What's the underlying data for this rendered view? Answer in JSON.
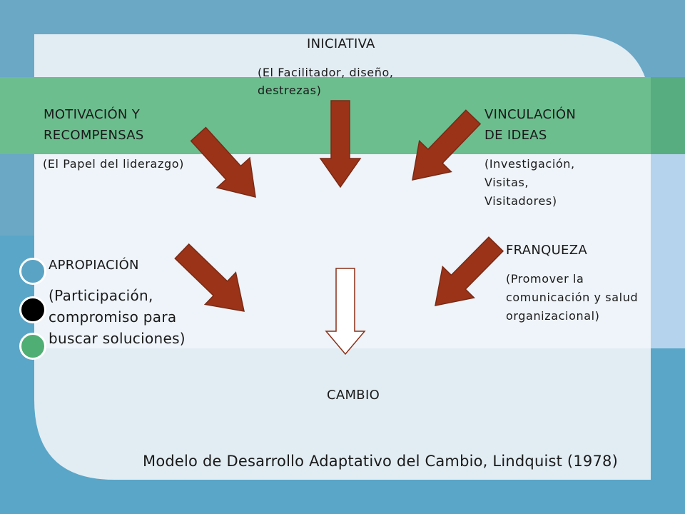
{
  "slide": {
    "colors": {
      "outer_top": "#6aa8c6",
      "outer_bottom": "#5aa6c8",
      "panel": "#e2edf3",
      "green_band": "#6cbe8e",
      "blue_band": "#b6d3ee",
      "arrow_fill": "#9b3318",
      "arrow_stroke": "#7a2a15"
    },
    "top": {
      "title": "INICIATIVA",
      "sub_line1": "(El Facilitador, diseño,",
      "sub_line2": "destrezas)"
    },
    "left": {
      "title_line1": "MOTIVACIÓN Y",
      "title_line2": "RECOMPENSAS",
      "sub": "(El Papel del liderazgo)"
    },
    "right": {
      "title_line1": "VINCULACIÓN",
      "title_line2": "DE IDEAS",
      "sub_line1": "(Investigación,",
      "sub_line2": "Visitas,",
      "sub_line3": "Visitadores)"
    },
    "apropiacion": {
      "title": "APROPIACIÓN",
      "sub_line1": "(Participación,",
      "sub_line2": "compromiso para",
      "sub_line3": "buscar soluciones)"
    },
    "franqueza": {
      "title": "FRANQUEZA",
      "sub_line1": "(Promover la",
      "sub_line2": "comunicación y salud",
      "sub_line3": "organizacional)"
    },
    "center": {
      "label": "CAMBIO"
    },
    "caption": "Modelo de Desarrollo Adaptativo del Cambio, Lindquist (1978)",
    "bullet_colors": [
      "#5ba3c4",
      "#000000",
      "#4fae73"
    ]
  }
}
